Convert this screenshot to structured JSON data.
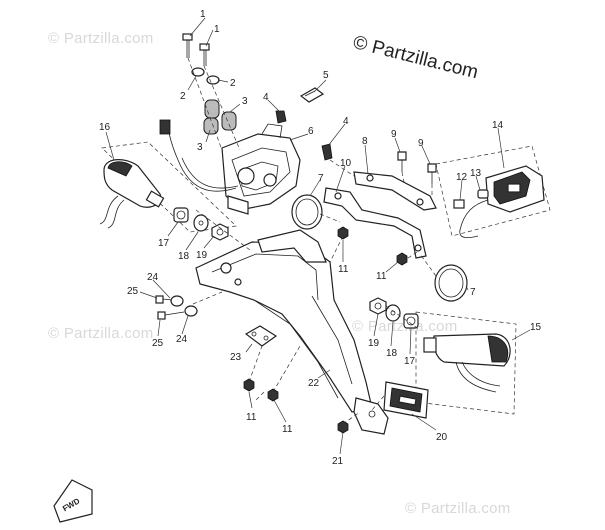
{
  "brand": "© Partzilla.com",
  "watermark": "© Partzilla.com",
  "corner_badge": "FWD",
  "callouts": [
    {
      "id": "c1a",
      "text": "1"
    },
    {
      "id": "c1b",
      "text": "1"
    },
    {
      "id": "c2a",
      "text": "2"
    },
    {
      "id": "c2b",
      "text": "2"
    },
    {
      "id": "c3a",
      "text": "3"
    },
    {
      "id": "c3b",
      "text": "3"
    },
    {
      "id": "c4a",
      "text": "4"
    },
    {
      "id": "c4b",
      "text": "4"
    },
    {
      "id": "c5",
      "text": "5"
    },
    {
      "id": "c6",
      "text": "6"
    },
    {
      "id": "c7a",
      "text": "7"
    },
    {
      "id": "c7b",
      "text": "7"
    },
    {
      "id": "c8",
      "text": "8"
    },
    {
      "id": "c9a",
      "text": "9"
    },
    {
      "id": "c9b",
      "text": "9"
    },
    {
      "id": "c10",
      "text": "10"
    },
    {
      "id": "c11a",
      "text": "11"
    },
    {
      "id": "c11b",
      "text": "11"
    },
    {
      "id": "c11c",
      "text": "11"
    },
    {
      "id": "c11d",
      "text": "11"
    },
    {
      "id": "c12",
      "text": "12"
    },
    {
      "id": "c13",
      "text": "13"
    },
    {
      "id": "c14",
      "text": "14"
    },
    {
      "id": "c15",
      "text": "15"
    },
    {
      "id": "c16",
      "text": "16"
    },
    {
      "id": "c17a",
      "text": "17"
    },
    {
      "id": "c17b",
      "text": "17"
    },
    {
      "id": "c18a",
      "text": "18"
    },
    {
      "id": "c18b",
      "text": "18"
    },
    {
      "id": "c19a",
      "text": "19"
    },
    {
      "id": "c19b",
      "text": "19"
    },
    {
      "id": "c20",
      "text": "20"
    },
    {
      "id": "c21",
      "text": "21"
    },
    {
      "id": "c22",
      "text": "22"
    },
    {
      "id": "c23",
      "text": "23"
    },
    {
      "id": "c24a",
      "text": "24"
    },
    {
      "id": "c24b",
      "text": "24"
    },
    {
      "id": "c25a",
      "text": "25"
    },
    {
      "id": "c25b",
      "text": "25"
    }
  ]
}
